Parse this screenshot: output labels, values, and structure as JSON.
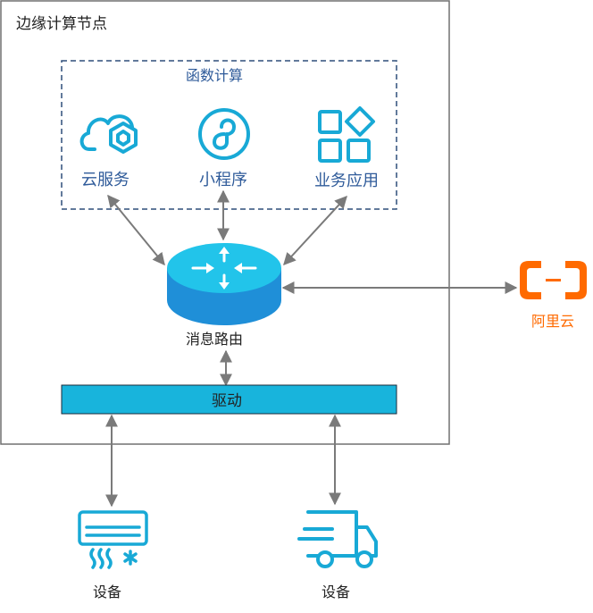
{
  "edge_node": {
    "title": "边缘计算节点"
  },
  "function_compute": {
    "title": "函数计算",
    "items": [
      {
        "label": "云服务",
        "icon": "cloud-service-icon"
      },
      {
        "label": "小程序",
        "icon": "mini-program-icon"
      },
      {
        "label": "业务应用",
        "icon": "business-app-icon"
      }
    ]
  },
  "router": {
    "label": "消息路由",
    "icon": "router-icon"
  },
  "driver": {
    "label": "驱动"
  },
  "cloud": {
    "label": "阿里云",
    "icon": "aliyun-logo-icon"
  },
  "devices": [
    {
      "label": "设备",
      "icon": "air-conditioner-icon"
    },
    {
      "label": "设备",
      "icon": "truck-icon"
    }
  ],
  "colors": {
    "icon": "#18a9d6",
    "router_top": "#22c4ea",
    "router_side": "#1f8fd8",
    "driver_fill": "#18b4dc",
    "aliyun": "#ff6a00",
    "arrow": "#7a7a7a",
    "fc_border": "#2f4f7a",
    "fc_text": "#2f5b9a"
  }
}
